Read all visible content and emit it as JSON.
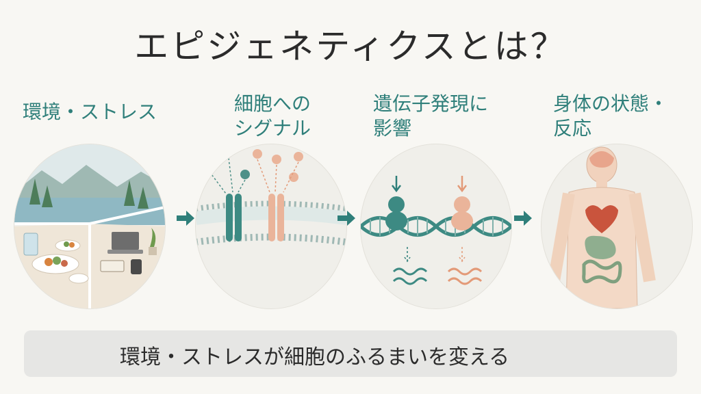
{
  "title": "エピジェネティクスとは？",
  "steps": [
    {
      "label": "環境・ストレス"
    },
    {
      "label": "細胞への\nシグナル"
    },
    {
      "label": "遺伝子発現に\n影響"
    },
    {
      "label": "身体の状態・\n反応"
    }
  ],
  "summary": "環境・ストレスが細胞のふるまいを変える",
  "colors": {
    "teal": "#2f7f7a",
    "peach": "#e39a78",
    "text": "#2b2b2b"
  },
  "icons": [
    "landscape-icon",
    "meal-icon",
    "desk-icon",
    "cell-membrane-icon",
    "receptor-icon",
    "dna-icon",
    "human-body-icon",
    "heart-icon",
    "brain-icon",
    "intestines-icon",
    "arrow-right-icon"
  ]
}
